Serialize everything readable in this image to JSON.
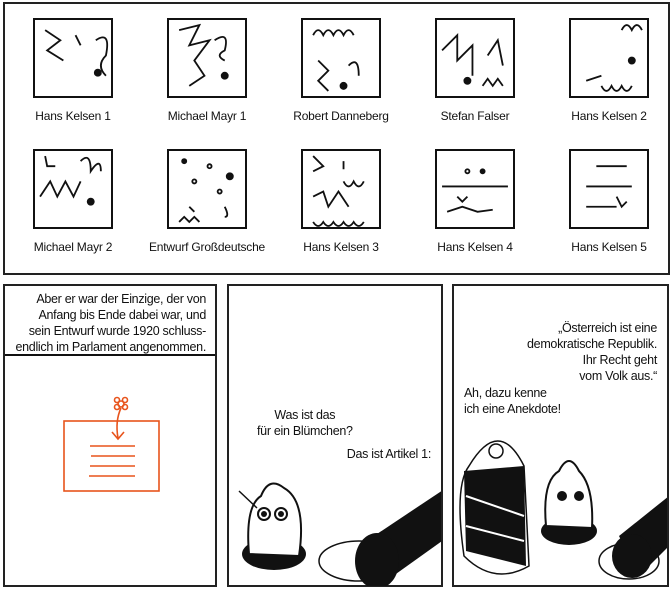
{
  "gallery": {
    "items": [
      {
        "label": "Hans Kelsen 1"
      },
      {
        "label": "Michael Mayr 1"
      },
      {
        "label": "Robert Danneberg"
      },
      {
        "label": "Stefan Falser"
      },
      {
        "label": "Hans Kelsen 2"
      },
      {
        "label": "Michael Mayr 2"
      },
      {
        "label": "Entwurf Großdeutsche"
      },
      {
        "label": "Hans Kelsen 3"
      },
      {
        "label": "Hans Kelsen 4"
      },
      {
        "label": "Hans Kelsen 5"
      }
    ]
  },
  "panel1": {
    "caption": [
      "Aber er war der Einzige, der von",
      "Anfang bis Ende dabei war, und",
      "sein Entwurf wurde 1920 schluss-",
      "endlich im Parlament angenommen."
    ]
  },
  "panel2": {
    "question": [
      "Was ist das",
      "für ein Blümchen?"
    ],
    "answer": "Das ist Artikel 1:"
  },
  "panel3": {
    "quote": [
      "„Österreich ist eine",
      "demokratische Republik.",
      "Ihr Recht geht",
      "vom Volk aus.“"
    ],
    "reply": [
      "Ah, dazu kenne",
      "ich eine Anekdote!"
    ]
  },
  "colors": {
    "accent": "#e8541c",
    "ink": "#111111"
  }
}
